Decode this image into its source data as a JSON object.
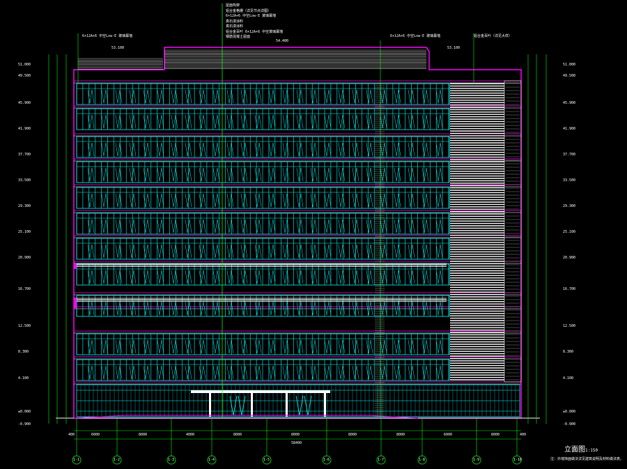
{
  "drawing": {
    "title": "立面图",
    "scale": "1:150",
    "note": "注：外墙饰面做法详见建筑说明及材料做法表。",
    "top_notes": [
      "屋面构架",
      "铝合金格栅（详见节点详图）",
      "6+12A+6 中空Low-E 玻璃幕墙",
      "真石漆涂料",
      "真石漆涂料",
      "铝合金百叶 6+12A+6 中空玻璃幕墙",
      "钢筋混凝土屋面"
    ],
    "side_notes": {
      "left": "6+12A+6 中空Low-E 玻璃幕墙",
      "middle": "6+12A+6 中空Low-E 玻璃幕墙",
      "right": "铝合金百叶（详见大样）"
    },
    "total_width": "58400",
    "bay_dims": [
      "6000",
      "8000",
      "4000",
      "8000",
      "8000",
      "8000",
      "8000",
      "6000",
      "8000",
      "6000"
    ],
    "edge_dims": [
      "400",
      "400"
    ],
    "grid_labels": [
      "1-1",
      "1-2",
      "1-3",
      "1-4",
      "1-5",
      "1-6",
      "1-7",
      "1-8",
      "1-9",
      "1-10"
    ],
    "left_levels": [
      "51.000",
      "49.500",
      "45.900",
      "41.900",
      "37.700",
      "33.500",
      "29.300",
      "25.100",
      "20.900",
      "16.700",
      "12.500",
      "8.300",
      "4.100",
      "±0.000",
      "-0.900"
    ],
    "right_levels": [
      "51.000",
      "49.500",
      "45.900",
      "41.900",
      "37.700",
      "33.500",
      "29.300",
      "25.100",
      "20.900",
      "16.700",
      "12.500",
      "8.300",
      "4.100",
      "±0.000",
      "-0.900"
    ],
    "top_dims": [
      "53.100",
      "54.400",
      "53.100"
    ]
  }
}
